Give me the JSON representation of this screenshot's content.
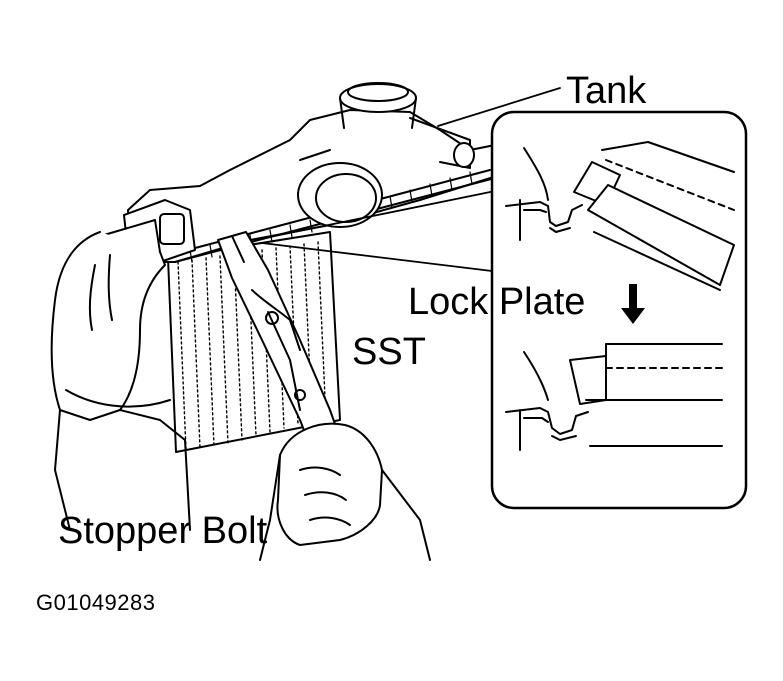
{
  "labels": {
    "tank": "Tank",
    "lock_plate": "Lock Plate",
    "sst": "SST",
    "stopper_bolt": "Stopper Bolt",
    "figure_code": "G01049283"
  },
  "colors": {
    "ink": "#000000",
    "paper": "#ffffff"
  },
  "icons": {
    "direction_arrow": "down-arrow-icon"
  }
}
